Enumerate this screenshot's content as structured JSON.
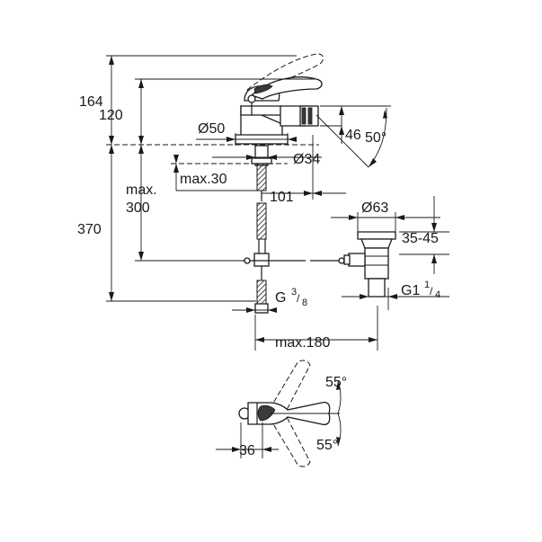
{
  "dimensions": {
    "height_total": "164",
    "height_spout": "120",
    "diam_base": "Ø50",
    "spout_nozzle": "46",
    "spout_angle": "50°",
    "diam_hole": "Ø34",
    "max_thickness": "max.30",
    "reach": "101",
    "max_label": "max.",
    "max_300": "300",
    "height_370": "370",
    "diam_waste": "Ø63",
    "waste_range": "35-45",
    "waste_thread_main": "G1",
    "waste_thread_num": "1",
    "waste_thread_den": "4",
    "connection_thread_main": "G",
    "connection_thread_num": "3",
    "connection_thread_den": "8",
    "max_180": "max.180",
    "angle_top": "55°",
    "angle_bottom": "55°",
    "plan_width": "36"
  }
}
